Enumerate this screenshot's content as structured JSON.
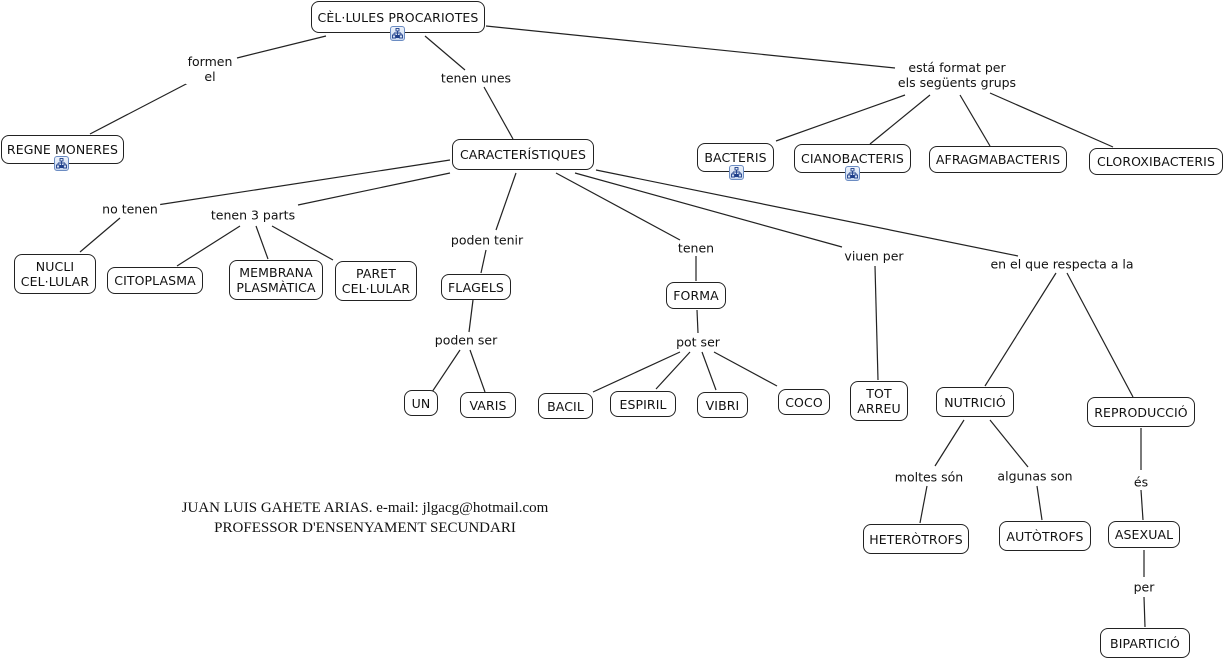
{
  "title": "CÈL·LULES PROCARIOTES",
  "nodes": {
    "root": "CÈL·LULES PROCARIOTES",
    "regne": "REGNE MONERES",
    "caract": "CARACTERÍSTIQUES",
    "bacteris": "BACTERIS",
    "ciano": "CIANOBACTERIS",
    "afragma": "AFRAGMABACTERIS",
    "cloroxi": "CLOROXIBACTERIS",
    "nucli": "NUCLI\nCEL·LULAR",
    "citoplasma": "CITOPLASMA",
    "membrana": "MEMBRANA\nPLASMÀTICA",
    "paret": "PARET\nCEL·LULAR",
    "flagels": "FLAGELS",
    "un": "UN",
    "varis": "VARIS",
    "forma": "FORMA",
    "bacil": "BACIL",
    "espiril": "ESPIRIL",
    "vibri": "VIBRI",
    "coco": "COCO",
    "totarreu": "TOT\nARREU",
    "nutricio": "NUTRICIÓ",
    "reproduccio": "REPRODUCCIÓ",
    "heterotrofs": "HETERÒTROFS",
    "autotrofs": "AUTÒTROFS",
    "asexual": "ASEXUAL",
    "biparticio": "BIPARTICIÓ"
  },
  "links": {
    "formen_el": "formen\nel",
    "tenen_unes": "tenen unes",
    "esta_format": "está format per\nels següents grups",
    "no_tenen": "no tenen",
    "tenen_3_parts": "tenen 3 parts",
    "poden_tenir": "poden tenir",
    "poden_ser": "poden ser",
    "tenen": "tenen",
    "pot_ser": "pot ser",
    "viuen_per": "viuen per",
    "respecta": "en el que respecta a la",
    "moltes_son": "moltes són",
    "algunas_son": "algunas son",
    "es": "és",
    "per": "per"
  },
  "footer": {
    "line1": "JUAN LUIS GAHETE ARIAS. e-mail: jlgacg@hotmail.com",
    "line2": "PROFESSOR D'ENSENYAMENT SECUNDARI"
  },
  "icons": {
    "submap": "concept-submap-icon"
  }
}
